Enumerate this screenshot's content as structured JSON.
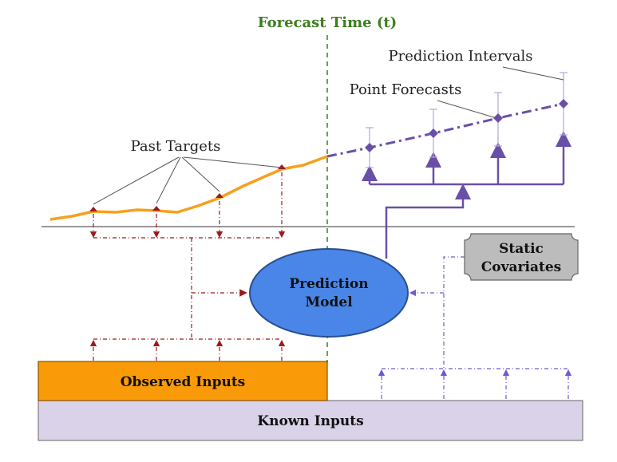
{
  "title": "Forecast Time (t)",
  "labels": {
    "prediction_intervals": "Prediction Intervals",
    "point_forecasts": "Point Forecasts",
    "past_targets": "Past Targets",
    "prediction_model_line1": "Prediction",
    "prediction_model_line2": "Model",
    "static_covariates_line1": "Static",
    "static_covariates_line2": "Covariates",
    "observed_inputs": "Observed Inputs",
    "known_inputs": "Known Inputs"
  },
  "colors": {
    "forecast_time": "#3f7d20",
    "past_series": "#f7a01d",
    "forecast": "#6a4fa8",
    "observed_arrows": "#9a1b1b",
    "known_arrows": "#6b5bd0",
    "model_fill": "#4a86e8",
    "model_stroke": "#2a4f8f",
    "observed_fill": "#f99a08",
    "known_fill": "#d9d2e9",
    "static_fill": "#bcbcbc"
  }
}
